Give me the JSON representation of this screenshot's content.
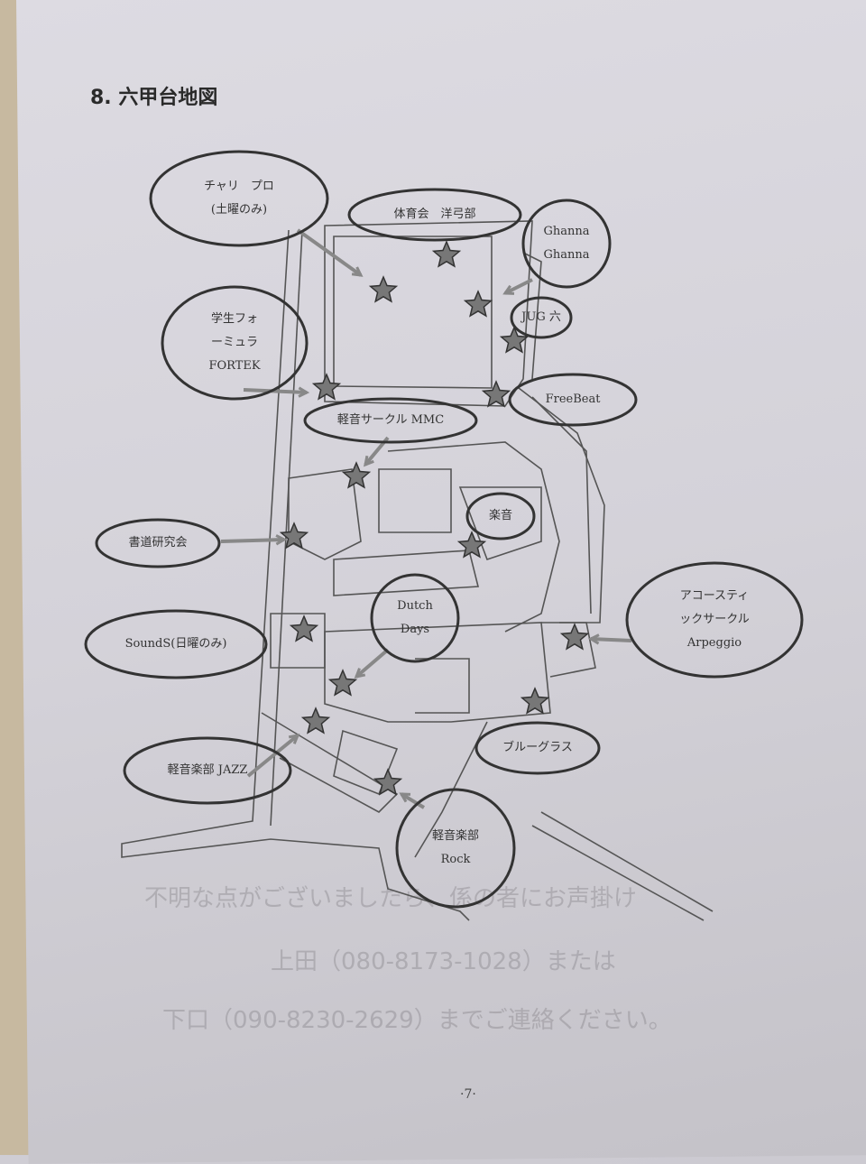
{
  "title": "8. 六甲台地図",
  "page_number": "·7·",
  "locations": [
    {
      "id": "chari-pro",
      "label": [
        "チャリ　プロ",
        "(土曜のみ)"
      ]
    },
    {
      "id": "archery",
      "label": [
        "体育会　洋弓部"
      ]
    },
    {
      "id": "ghanna",
      "label": [
        "Ghanna",
        "Ghanna"
      ]
    },
    {
      "id": "jug",
      "label": [
        "JUG 六"
      ]
    },
    {
      "id": "formula",
      "label": [
        "学生フォ",
        "ーミュラ",
        "FORTEK"
      ]
    },
    {
      "id": "freebeat",
      "label": [
        "FreeBeat"
      ]
    },
    {
      "id": "mmc",
      "label": [
        "軽音サークル MMC"
      ]
    },
    {
      "id": "gakuon",
      "label": [
        "楽音"
      ]
    },
    {
      "id": "shodo",
      "label": [
        "書道研究会"
      ]
    },
    {
      "id": "acoustic",
      "label": [
        "アコースティ",
        "ックサークル",
        "Arpeggio"
      ]
    },
    {
      "id": "dutch",
      "label": [
        "Dutch",
        "Days"
      ]
    },
    {
      "id": "sounds",
      "label": [
        "SoundS(日曜のみ)"
      ]
    },
    {
      "id": "bluegrass",
      "label": [
        "ブルーグラス"
      ]
    },
    {
      "id": "jazz",
      "label": [
        "軽音楽部 JAZZ"
      ]
    },
    {
      "id": "rock",
      "label": [
        "軽音楽部",
        "Rock"
      ]
    }
  ],
  "show_through_text": [
    "不明な点がございましたら、係の者にお声掛け",
    "上田（080-8173-1028）または",
    "下口（090-8230-2629）までご連絡ください。"
  ]
}
